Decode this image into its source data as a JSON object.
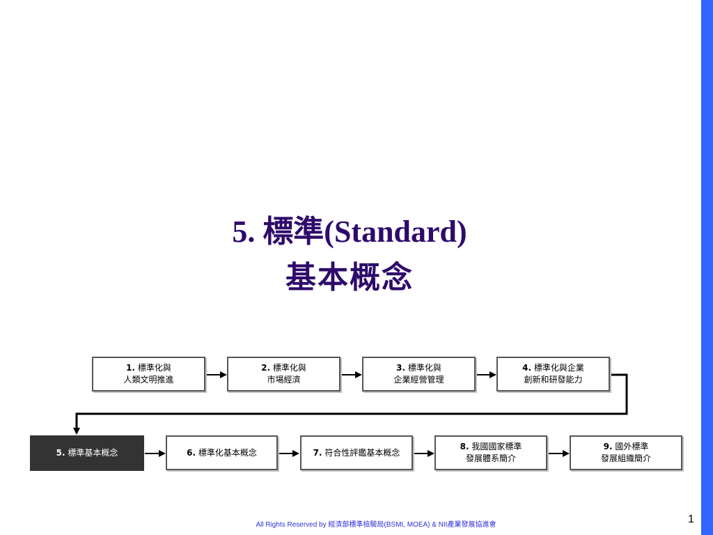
{
  "title": {
    "line1": "5. 標準(Standard)",
    "line2": "基本概念"
  },
  "flow": {
    "row1": [
      {
        "num": "1.",
        "line1": "標準化與",
        "line2": "人類文明推進"
      },
      {
        "num": "2.",
        "line1": "標準化與",
        "line2": "市場經濟"
      },
      {
        "num": "3.",
        "line1": "標準化與",
        "line2": "企業經營管理"
      },
      {
        "num": "4.",
        "line1": "標準化與企業",
        "line2": "創新和研發能力"
      }
    ],
    "row2": [
      {
        "num": "5.",
        "line1": "標準基本概念",
        "active": true
      },
      {
        "num": "6.",
        "line1": "標準化基本概念"
      },
      {
        "num": "7.",
        "line1": "符合性評鑑基本概念"
      },
      {
        "num": "8.",
        "line1": "我國國家標準",
        "line2": "發展體系簡介"
      },
      {
        "num": "9.",
        "line1": "國外標準",
        "line2": "發展組織簡介"
      }
    ]
  },
  "footer": "All Rights Reserved by 經濟部標準檢驗局(BSMI, MOEA) & NII產業發展協進會",
  "page_number": "1",
  "colors": {
    "title": "#2e0b6b",
    "accent_bar": "#3366ff",
    "active_box": "#333333",
    "footer_text": "#2f2fd8"
  }
}
